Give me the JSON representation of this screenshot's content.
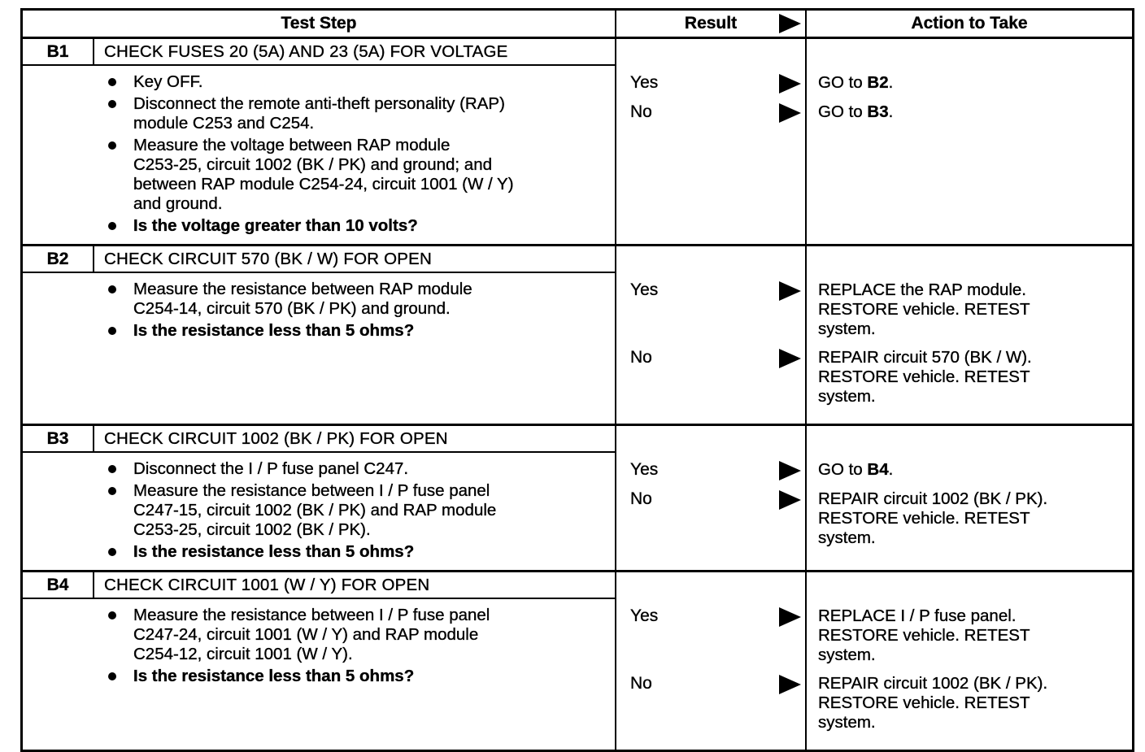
{
  "header": {
    "test_step": "Test Step",
    "result": "Result",
    "action": "Action to Take"
  },
  "icons": {
    "result_arrow": "filled-right-triangle"
  },
  "rows": [
    {
      "id": "B1",
      "title": "CHECK FUSES 20 (5A) AND 23 (5A) FOR VOLTAGE",
      "steps": [
        {
          "text": "Key OFF.",
          "emphasis": false
        },
        {
          "text": "Disconnect the remote anti-theft personality (RAP)\nmodule C253 and C254.",
          "emphasis": false
        },
        {
          "text": "Measure the voltage between RAP module\nC253-25, circuit 1002 (BK / PK) and ground; and\nbetween RAP module C254-24, circuit 1001 (W / Y)\nand ground.",
          "emphasis": false
        },
        {
          "text": "Is the voltage greater than 10 volts?",
          "emphasis": true
        }
      ],
      "results": [
        {
          "label": "Yes",
          "action_pre": "GO to ",
          "action_target": "B2",
          "action_post": "."
        },
        {
          "label": "No",
          "action_pre": "GO to ",
          "action_target": "B3",
          "action_post": "."
        }
      ]
    },
    {
      "id": "B2",
      "title": "CHECK CIRCUIT 570 (BK / W) FOR OPEN",
      "steps": [
        {
          "text": "Measure the resistance between RAP module\nC254-14, circuit 570 (BK / PK) and ground.",
          "emphasis": false
        },
        {
          "text": "Is the resistance less than 5 ohms?",
          "emphasis": true
        }
      ],
      "results": [
        {
          "label": "Yes",
          "action_pre": "REPLACE the RAP module.\nRESTORE vehicle. RETEST\nsystem.",
          "action_target": "",
          "action_post": ""
        },
        {
          "label": "No",
          "action_pre": "REPAIR circuit 570 (BK / W).\nRESTORE vehicle. RETEST\nsystem.",
          "action_target": "",
          "action_post": ""
        }
      ]
    },
    {
      "id": "B3",
      "title": "CHECK CIRCUIT 1002 (BK / PK) FOR OPEN",
      "steps": [
        {
          "text": "Disconnect the I / P fuse panel C247.",
          "emphasis": false
        },
        {
          "text": "Measure the resistance between I / P fuse panel\nC247-15, circuit 1002 (BK / PK) and RAP module\nC253-25, circuit 1002 (BK / PK).",
          "emphasis": false
        },
        {
          "text": "Is the resistance less than 5 ohms?",
          "emphasis": true
        }
      ],
      "results": [
        {
          "label": "Yes",
          "action_pre": "GO to ",
          "action_target": "B4",
          "action_post": "."
        },
        {
          "label": "No",
          "action_pre": "REPAIR circuit 1002 (BK / PK).\nRESTORE vehicle. RETEST\nsystem.",
          "action_target": "",
          "action_post": ""
        }
      ]
    },
    {
      "id": "B4",
      "title": "CHECK CIRCUIT 1001 (W / Y) FOR OPEN",
      "steps": [
        {
          "text": "Measure the resistance between I / P fuse panel\nC247-24, circuit 1001 (W / Y) and RAP module\nC254-12, circuit 1001 (W / Y).",
          "emphasis": false
        },
        {
          "text": "Is the resistance less than 5 ohms?",
          "emphasis": true
        }
      ],
      "results": [
        {
          "label": "Yes",
          "action_pre": "REPLACE I / P fuse panel.\nRESTORE vehicle. RETEST\nsystem.",
          "action_target": "",
          "action_post": ""
        },
        {
          "label": "No",
          "action_pre": "REPAIR circuit 1002 (BK / PK).\nRESTORE vehicle. RETEST\nsystem.",
          "action_target": "",
          "action_post": ""
        }
      ]
    }
  ]
}
